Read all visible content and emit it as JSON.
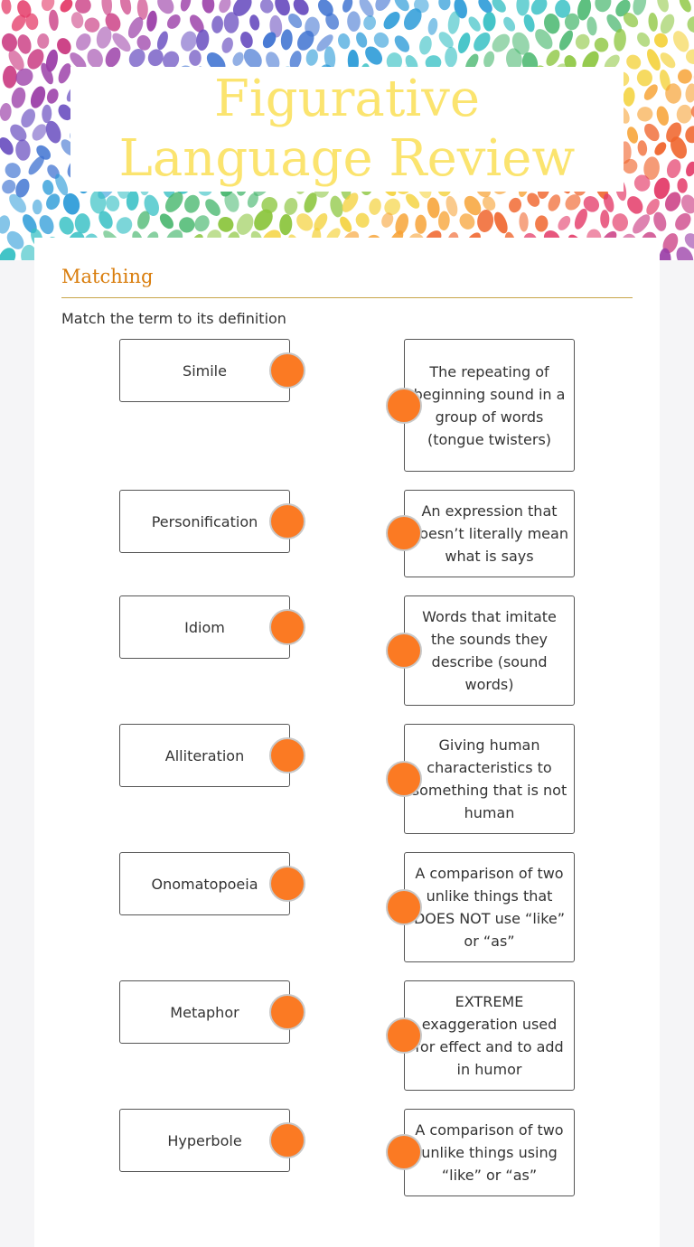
{
  "title": "Figurative Language Review",
  "section": {
    "title": "Matching",
    "instructions": "Match the term to its definition"
  },
  "terms": [
    "Simile",
    "Personification",
    "Idiom",
    "Alliteration",
    "Onomatopoeia",
    "Metaphor",
    "Hyperbole"
  ],
  "definitions": [
    "The repeating of beginning sound in a group of words (tongue twisters)",
    "An expression that doesn’t literally mean what is says",
    "Words that imitate the sounds they describe (sound words)",
    "Giving human characteristics to something that is not human",
    "A comparison of two unlike things that DOES NOT use “like” or “as”",
    "EXTREME exaggeration used for effect and to add in humor",
    "A comparison of two unlike things using “like” or “as”"
  ],
  "colors": {
    "title": "#fbe46f",
    "section_title": "#d97d0c",
    "dot": "#fb7a23",
    "border": "#555555"
  }
}
